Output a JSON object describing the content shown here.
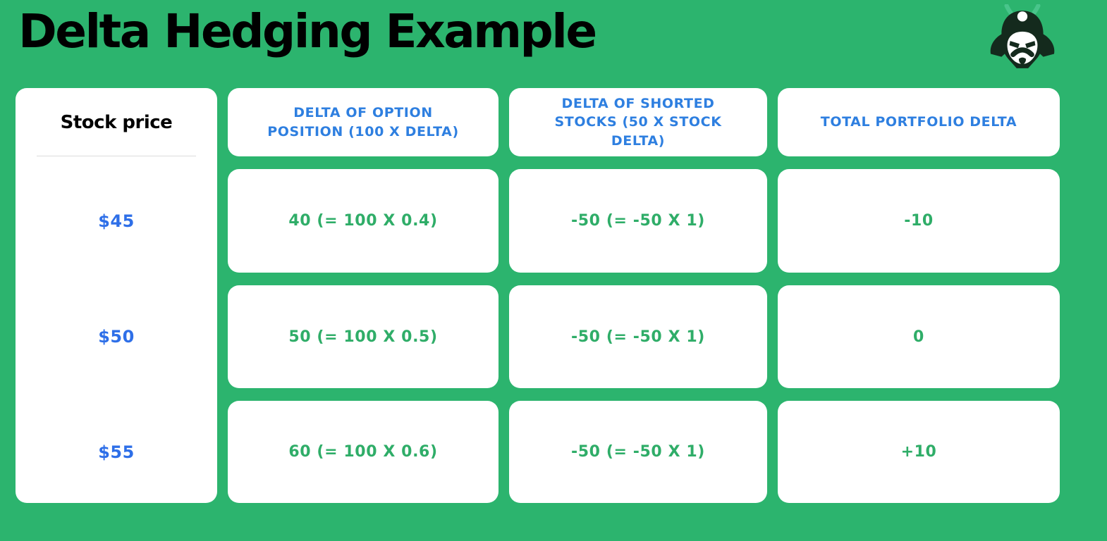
{
  "page": {
    "title": "Delta Hedging Example",
    "background_color": "#2cb46e"
  },
  "logo": {
    "name": "samurai-helmet",
    "dark_color": "#142a1d",
    "crest_color": "#49c58b"
  },
  "table": {
    "stock_column": {
      "header": "Stock price",
      "values": [
        "$45",
        "$50",
        "$55"
      ]
    },
    "columns": [
      {
        "text": "DELTA OF OPTION POSITION (100 X DELTA)",
        "lines": [
          "DELTA OF OPTION",
          "POSITION (100 X DELTA)"
        ]
      },
      {
        "text": "DELTA OF SHORTED STOCKS (50 X STOCK DELTA)",
        "lines": [
          "DELTA OF SHORTED",
          "STOCKS (50 X STOCK",
          "DELTA)"
        ]
      },
      {
        "text": "TOTAL PORTFOLIO DELTA",
        "lines": [
          "TOTAL PORTFOLIO DELTA"
        ]
      }
    ],
    "rows": [
      {
        "stock_price": "$45",
        "option_position_delta": "40 (= 100 X 0.4)",
        "shorted_stocks_delta": "-50 (= -50 X 1)",
        "total_portfolio_delta": "-10"
      },
      {
        "stock_price": "$50",
        "option_position_delta": "50 (= 100 X 0.5)",
        "shorted_stocks_delta": "-50 (= -50 X 1)",
        "total_portfolio_delta": "0"
      },
      {
        "stock_price": "$55",
        "option_position_delta": "60 (= 100 X 0.6)",
        "shorted_stocks_delta": "-50 (= -50 X 1)",
        "total_portfolio_delta": "+10"
      }
    ]
  },
  "colors": {
    "background": "#2cb46e",
    "header_text": "#2e7fe0",
    "stock_value_text": "#2e6fe8",
    "cell_text": "#2fad68",
    "title_text": "#000000",
    "card_background": "#ffffff",
    "divider": "#dcdcdc"
  }
}
